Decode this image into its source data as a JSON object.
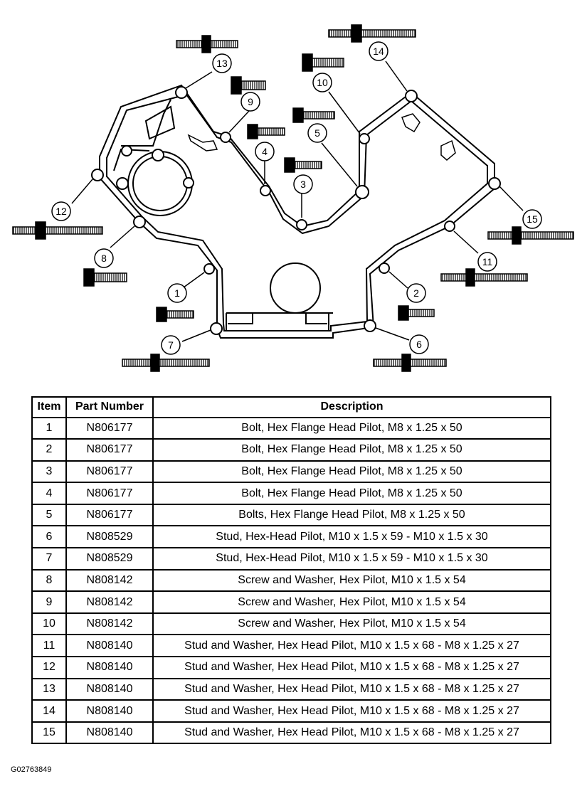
{
  "callouts": [
    "1",
    "2",
    "3",
    "4",
    "5",
    "6",
    "7",
    "8",
    "9",
    "10",
    "11",
    "12",
    "13",
    "14",
    "15"
  ],
  "table": {
    "headers": {
      "item": "Item",
      "part_number": "Part Number",
      "description": "Description"
    },
    "rows": [
      {
        "item": "1",
        "part_number": "N806177",
        "description": "Bolt, Hex Flange Head Pilot, M8 x 1.25 x 50"
      },
      {
        "item": "2",
        "part_number": "N806177",
        "description": "Bolt, Hex Flange Head Pilot, M8 x 1.25 x 50"
      },
      {
        "item": "3",
        "part_number": "N806177",
        "description": "Bolt, Hex Flange Head Pilot, M8 x 1.25 x 50"
      },
      {
        "item": "4",
        "part_number": "N806177",
        "description": "Bolt, Hex Flange Head Pilot, M8 x 1.25 x 50"
      },
      {
        "item": "5",
        "part_number": "N806177",
        "description": "Bolts, Hex Flange Head Pilot, M8 x 1.25 x 50"
      },
      {
        "item": "6",
        "part_number": "N808529",
        "description": "Stud, Hex-Head Pilot, M10 x 1.5 x 59 - M10 x 1.5 x 30"
      },
      {
        "item": "7",
        "part_number": "N808529",
        "description": "Stud, Hex-Head Pilot, M10 x 1.5 x 59 - M10 x 1.5 x 30"
      },
      {
        "item": "8",
        "part_number": "N808142",
        "description": "Screw and Washer, Hex Pilot, M10 x 1.5 x 54"
      },
      {
        "item": "9",
        "part_number": "N808142",
        "description": "Screw and Washer, Hex Pilot, M10 x 1.5 x 54"
      },
      {
        "item": "10",
        "part_number": "N808142",
        "description": "Screw and Washer, Hex Pilot, M10 x 1.5 x 54"
      },
      {
        "item": "11",
        "part_number": "N808140",
        "description": "Stud and Washer, Hex Head Pilot, M10 x 1.5 x 68 - M8 x 1.25 x 27"
      },
      {
        "item": "12",
        "part_number": "N808140",
        "description": "Stud and Washer, Hex Head Pilot, M10 x 1.5 x 68 - M8 x 1.25 x 27"
      },
      {
        "item": "13",
        "part_number": "N808140",
        "description": "Stud and Washer, Hex Head Pilot, M10 x 1.5 x 68 - M8 x 1.25 x 27"
      },
      {
        "item": "14",
        "part_number": "N808140",
        "description": "Stud and Washer, Hex Head Pilot, M10 x 1.5 x 68 - M8 x 1.25 x 27"
      },
      {
        "item": "15",
        "part_number": "N808140",
        "description": "Stud and Washer, Hex Head Pilot, M10 x 1.5 x 68 - M8 x 1.25 x 27"
      }
    ]
  },
  "figure_code": "G02763849"
}
